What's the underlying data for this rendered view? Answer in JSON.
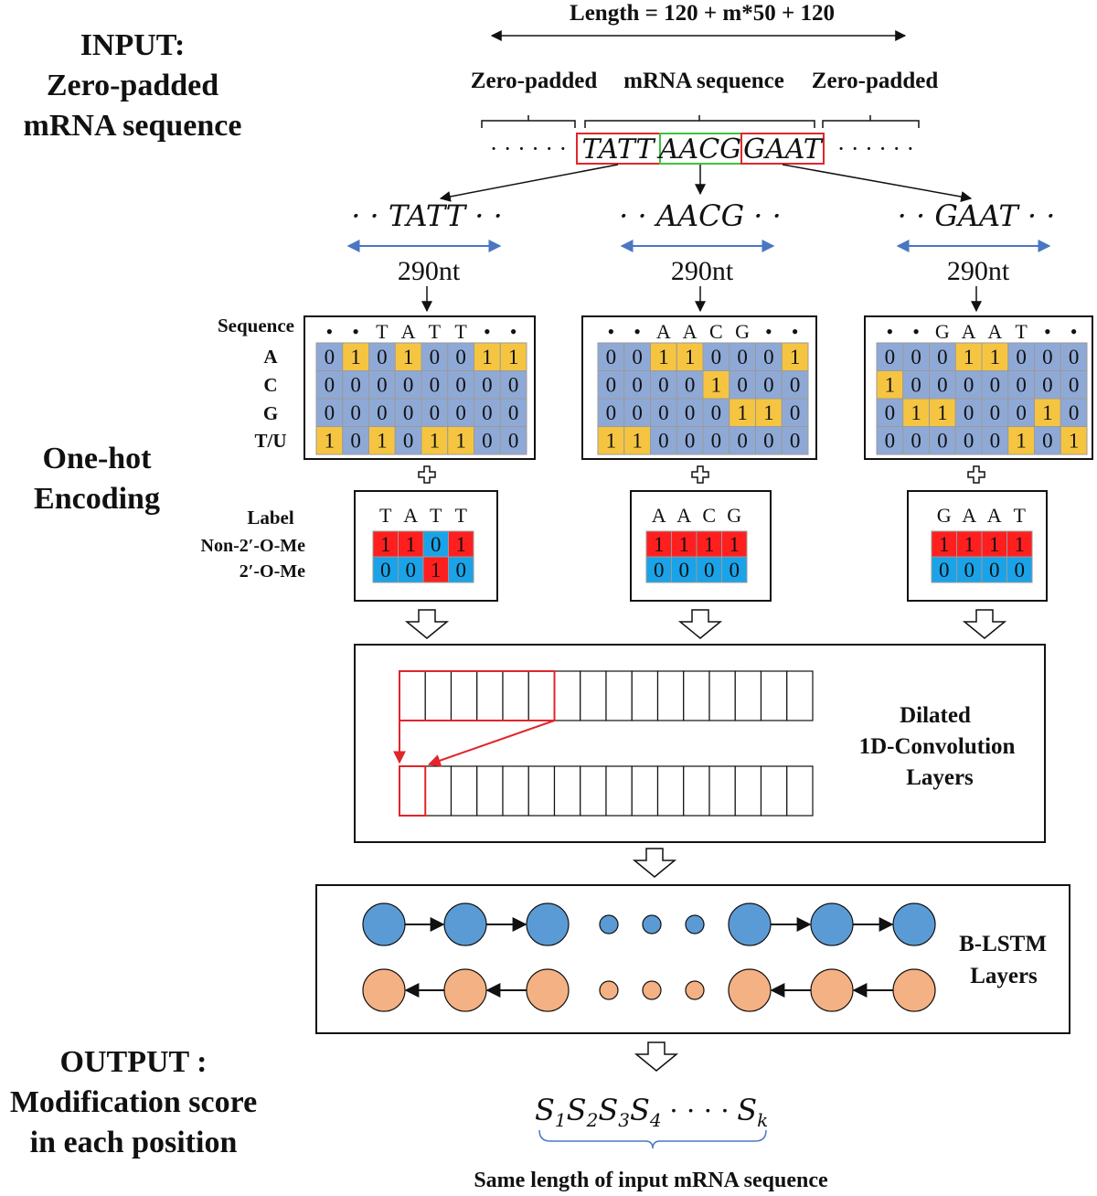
{
  "left_labels": {
    "input_lines": [
      "INPUT:",
      "Zero-padded",
      "mRNA sequence"
    ],
    "encoding_lines": [
      "One-hot",
      "Encoding"
    ],
    "output_lines": [
      "OUTPUT :",
      "Modification score",
      "in each position"
    ]
  },
  "top": {
    "length_label": "Length = 120 + m*50 + 120",
    "zero_padded_left": "Zero-padded",
    "mrna_sequence": "mRNA sequence",
    "zero_padded_right": "Zero-padded",
    "dots": "· · · · · ·",
    "segments": [
      "TATT",
      "AACG",
      "GAAT"
    ]
  },
  "columns": [
    {
      "window": "· · TATT · ·",
      "window_size": "290nt",
      "seq_header": [
        "•",
        "•",
        "T",
        "A",
        "T",
        "T",
        "•",
        "•"
      ],
      "matrix": [
        [
          0,
          1,
          0,
          1,
          0,
          0,
          1,
          1
        ],
        [
          0,
          0,
          0,
          0,
          0,
          0,
          0,
          0
        ],
        [
          0,
          0,
          0,
          0,
          0,
          0,
          0,
          0
        ],
        [
          1,
          0,
          1,
          0,
          1,
          1,
          0,
          0
        ]
      ],
      "label_header": [
        "T",
        "A",
        "T",
        "T"
      ],
      "label_rows": [
        [
          1,
          1,
          0,
          1
        ],
        [
          0,
          0,
          1,
          0
        ]
      ]
    },
    {
      "window": "· · AACG · ·",
      "window_size": "290nt",
      "seq_header": [
        "•",
        "•",
        "A",
        "A",
        "C",
        "G",
        "•",
        "•"
      ],
      "matrix": [
        [
          0,
          0,
          1,
          1,
          0,
          0,
          0,
          1
        ],
        [
          0,
          0,
          0,
          0,
          1,
          0,
          0,
          0
        ],
        [
          0,
          0,
          0,
          0,
          0,
          1,
          1,
          0
        ],
        [
          1,
          1,
          0,
          0,
          0,
          0,
          0,
          0
        ]
      ],
      "label_header": [
        "A",
        "A",
        "C",
        "G"
      ],
      "label_rows": [
        [
          1,
          1,
          1,
          1
        ],
        [
          0,
          0,
          0,
          0
        ]
      ]
    },
    {
      "window": "· · GAAT · ·",
      "window_size": "290nt",
      "seq_header": [
        "•",
        "•",
        "G",
        "A",
        "A",
        "T",
        "•",
        "•"
      ],
      "matrix": [
        [
          0,
          0,
          0,
          1,
          1,
          0,
          0,
          0
        ],
        [
          1,
          0,
          0,
          0,
          0,
          0,
          0,
          0
        ],
        [
          0,
          1,
          1,
          0,
          0,
          0,
          1,
          0
        ],
        [
          0,
          0,
          0,
          0,
          0,
          1,
          0,
          1
        ]
      ],
      "label_header": [
        "G",
        "A",
        "A",
        "T"
      ],
      "label_rows": [
        [
          1,
          1,
          1,
          1
        ],
        [
          0,
          0,
          0,
          0
        ]
      ]
    }
  ],
  "row_labels": {
    "sequence": "Sequence",
    "nucleotides": [
      "A",
      "C",
      "G",
      "T/U"
    ],
    "label": "Label",
    "classes": [
      "Non-2′-O-Me",
      "2′-O-Me"
    ]
  },
  "conv": {
    "lines": [
      "Dilated",
      "1D-Convolution",
      "Layers"
    ]
  },
  "lstm": {
    "lines": [
      "B-LSTM",
      "Layers"
    ]
  },
  "output": {
    "scores": [
      "S",
      "1",
      "S",
      "2",
      "S",
      "3",
      "S",
      "4",
      "· · · ·",
      "S",
      "k"
    ],
    "caption": "Same length of input mRNA sequence"
  },
  "colors": {
    "matrix_bg": "#8fa9d6",
    "onehot": "#f5c542",
    "label_red": "#ff1f1f",
    "label_blue": "#1aa3e8",
    "cell_border": "#9a9a9a",
    "double_arrow": "#4a76c2",
    "segment_red": "#e0262b",
    "segment_green": "#3cc43c",
    "lstm_blue": "#5b9bd5",
    "lstm_orange": "#f4b183",
    "conv_red": "#e0262b",
    "brace_blue": "#4a76c2"
  },
  "icons": [
    "plus-icon",
    "hollow-down-arrow-icon",
    "double-arrow-icon"
  ]
}
